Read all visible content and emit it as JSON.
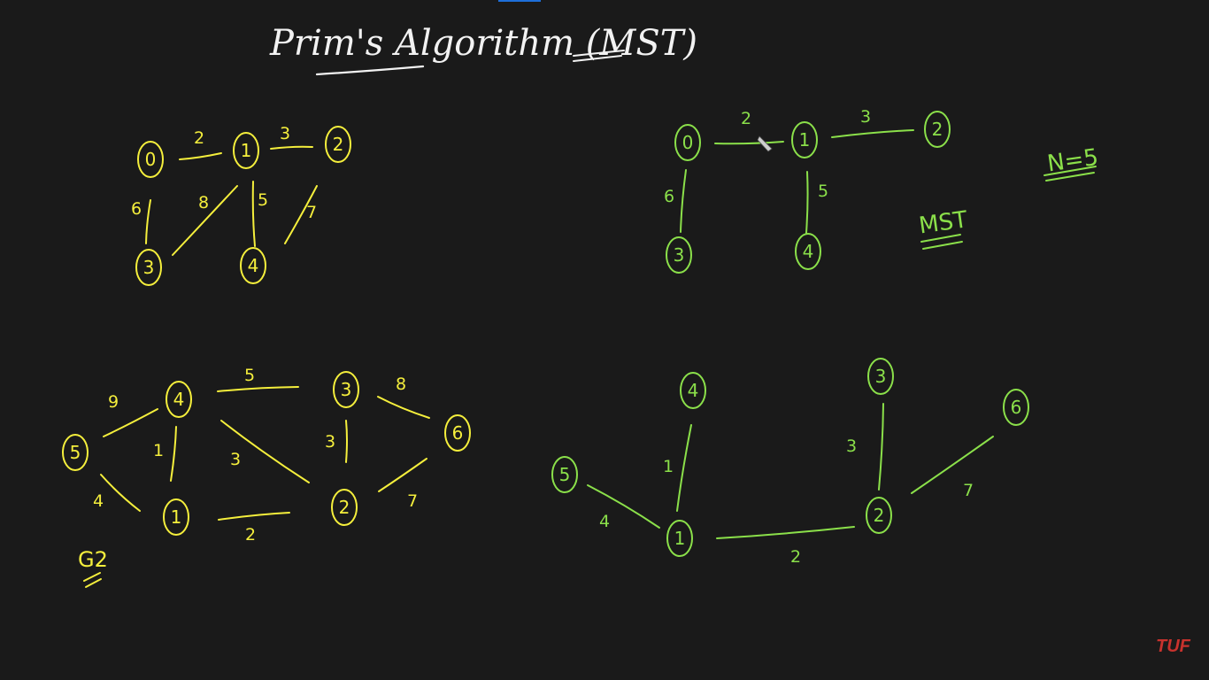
{
  "title": "Prim's Algorithm (MST)",
  "colors": {
    "background": "#1a1a1a",
    "chalk_white": "#f2f2f2",
    "marker_yellow": "#f5ef3c",
    "marker_green": "#8be04a",
    "watermark_red": "#c8322d",
    "top_accent": "#1e6fd9"
  },
  "graph1": {
    "nodes": [
      {
        "id": "g1-n0",
        "label": "0"
      },
      {
        "id": "g1-n1",
        "label": "1"
      },
      {
        "id": "g1-n2",
        "label": "2"
      },
      {
        "id": "g1-n3",
        "label": "3"
      },
      {
        "id": "g1-n4",
        "label": "4"
      }
    ],
    "edges": [
      {
        "from": "0",
        "to": "1",
        "weight": "2"
      },
      {
        "from": "1",
        "to": "2",
        "weight": "3"
      },
      {
        "from": "0",
        "to": "3",
        "weight": "6"
      },
      {
        "from": "1",
        "to": "3",
        "weight": "8"
      },
      {
        "from": "1",
        "to": "4",
        "weight": "5"
      },
      {
        "from": "2",
        "to": "4",
        "weight": "7"
      }
    ]
  },
  "mst1": {
    "nodes": [
      {
        "id": "m1-n0",
        "label": "0"
      },
      {
        "id": "m1-n1",
        "label": "1"
      },
      {
        "id": "m1-n2",
        "label": "2"
      },
      {
        "id": "m1-n3",
        "label": "3"
      },
      {
        "id": "m1-n4",
        "label": "4"
      }
    ],
    "edges": [
      {
        "from": "0",
        "to": "1",
        "weight": "2"
      },
      {
        "from": "1",
        "to": "2",
        "weight": "3"
      },
      {
        "from": "0",
        "to": "3",
        "weight": "6"
      },
      {
        "from": "1",
        "to": "4",
        "weight": "5"
      }
    ],
    "n_note": "N=5",
    "mst_label": "MST"
  },
  "graph2": {
    "name": "G2",
    "nodes": [
      {
        "id": "g2-n1",
        "label": "1"
      },
      {
        "id": "g2-n2",
        "label": "2"
      },
      {
        "id": "g2-n3",
        "label": "3"
      },
      {
        "id": "g2-n4",
        "label": "4"
      },
      {
        "id": "g2-n5",
        "label": "5"
      },
      {
        "id": "g2-n6",
        "label": "6"
      }
    ],
    "edges": [
      {
        "from": "5",
        "to": "4",
        "weight": "9"
      },
      {
        "from": "4",
        "to": "3",
        "weight": "5"
      },
      {
        "from": "3",
        "to": "6",
        "weight": "8"
      },
      {
        "from": "4",
        "to": "1",
        "weight": "1"
      },
      {
        "from": "4",
        "to": "2",
        "weight": "3"
      },
      {
        "from": "3",
        "to": "2",
        "weight": "3"
      },
      {
        "from": "5",
        "to": "1",
        "weight": "4"
      },
      {
        "from": "1",
        "to": "2",
        "weight": "2"
      },
      {
        "from": "2",
        "to": "6",
        "weight": "7"
      }
    ]
  },
  "mst2": {
    "nodes": [
      {
        "id": "m2-n1",
        "label": "1"
      },
      {
        "id": "m2-n2",
        "label": "2"
      },
      {
        "id": "m2-n3",
        "label": "3"
      },
      {
        "id": "m2-n4",
        "label": "4"
      },
      {
        "id": "m2-n5",
        "label": "5"
      },
      {
        "id": "m2-n6",
        "label": "6"
      }
    ],
    "edges": [
      {
        "from": "4",
        "to": "1",
        "weight": "1"
      },
      {
        "from": "5",
        "to": "1",
        "weight": "4"
      },
      {
        "from": "1",
        "to": "2",
        "weight": "2"
      },
      {
        "from": "3",
        "to": "2",
        "weight": "3"
      },
      {
        "from": "2",
        "to": "6",
        "weight": "7"
      }
    ]
  },
  "watermark": "TUF"
}
